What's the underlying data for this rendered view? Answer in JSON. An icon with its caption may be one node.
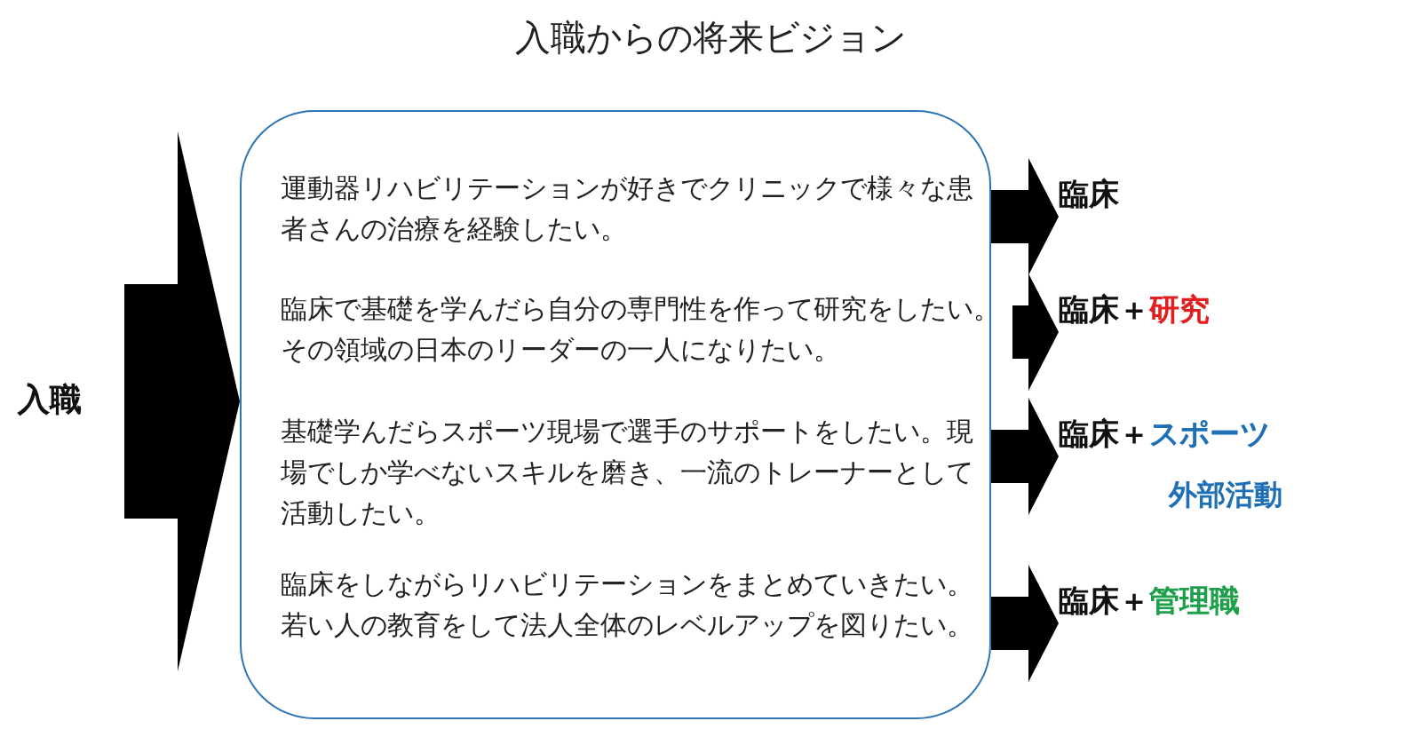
{
  "diagram": {
    "title": "入職からの将来ビジョン",
    "nodes": [
      {
        "text": [
          "入職"
        ]
      },
      {
        "text": [],
        "shape": "box"
      },
      {
        "text": [
          "運動器リハビリテーションが好きでクリニックで様々な患者さんの治療を経験したい。"
        ],
        "in": 1
      },
      {
        "text": [
          "臨床で基礎を学んだら自分の専門性を作って研究をしたい。その領域の日本のリーダーの一人になりたい。"
        ],
        "in": 1
      },
      {
        "text": [
          "基礎学んだらスポーツ現場で選手のサポートをしたい。現場でしか学べないスキルを磨き、一流のトレーナーとして活動したい。"
        ],
        "in": 1
      },
      {
        "text": [
          "臨床をしながらリハビリテーションをまとめていきたい。若い人の教育をして法人全体のレベルアップを図りたい。"
        ],
        "in": 1
      },
      {
        "text": [
          "臨床"
        ]
      },
      {
        "text": [
          "臨床＋",
          "研究"
        ]
      },
      {
        "text": [
          "臨床＋",
          "スポーツ"
        ],
        "beside": [
          "外部活動"
        ]
      },
      {
        "text": [
          "臨床＋",
          "管理職"
        ]
      }
    ],
    "edges": [
      {
        "from": 0,
        "to": 1,
        "arrow": "to"
      },
      {
        "from": 2,
        "to": 6,
        "arrow": "to"
      },
      {
        "from": 3,
        "to": 7,
        "arrow": "to"
      },
      {
        "from": 4,
        "to": 8,
        "arrow": "to"
      },
      {
        "from": 5,
        "to": 9,
        "arrow": "to"
      }
    ]
  }
}
